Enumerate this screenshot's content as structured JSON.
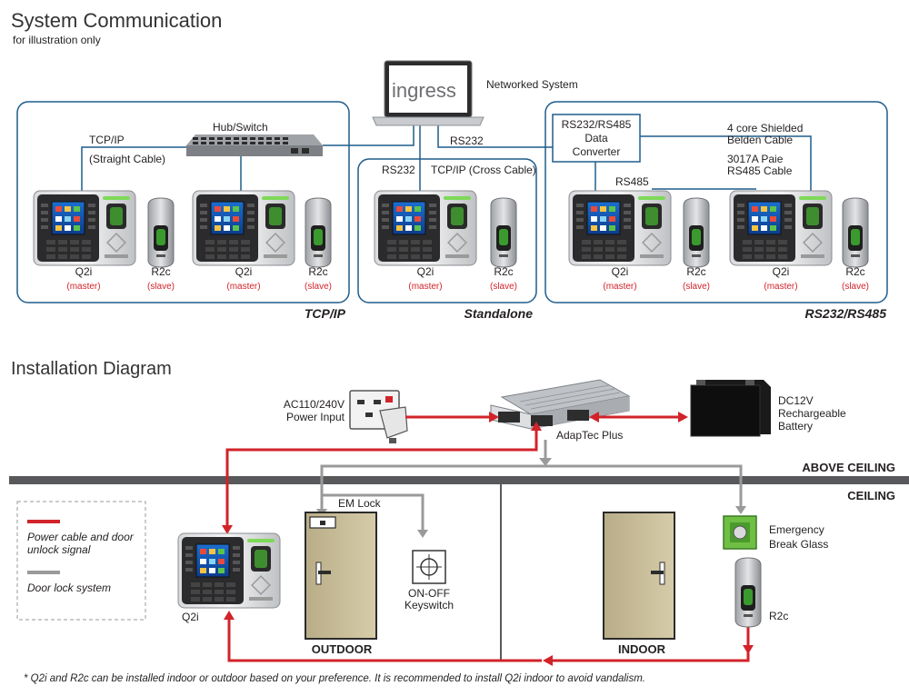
{
  "header": {
    "title": "System Communication",
    "subtitle": "for illustration only"
  },
  "network": {
    "laptop_brand": "ingress",
    "networked_system": "Networked System",
    "hub_switch": "Hub/Switch",
    "tcpip": "TCP/IP",
    "straight_cable": "(Straight Cable)",
    "rs232_top": "RS232",
    "rs232_left": "RS232",
    "tcpip_cross": "TCP/IP (Cross Cable)",
    "converter_line1": "RS232/RS485",
    "converter_line2": "Data",
    "converter_line3": "Converter",
    "four_core_line1": "4 core Shielded",
    "four_core_line2": "Belden Cable",
    "paie_line1": "3017A Paie",
    "paie_line2": "RS485 Cable",
    "rs485": "RS485",
    "device_q2i": "Q2i",
    "device_r2c": "R2c",
    "master": "(master)",
    "slave": "(slave)",
    "group_tcpip": "TCP/IP",
    "group_standalone": "Standalone",
    "group_rs": "RS232/RS485"
  },
  "installation": {
    "title": "Installation Diagram",
    "power_line1": "AC110/240V",
    "power_line2": "Power Input",
    "adaptec": "AdapTec Plus",
    "battery_line1": "DC12V",
    "battery_line2": "Rechargeable",
    "battery_line3": "Battery",
    "above_ceiling": "ABOVE CEILING",
    "ceiling": "CEILING",
    "em_lock": "EM Lock",
    "keyswitch_line1": "ON-OFF",
    "keyswitch_line2": "Keyswitch",
    "emergency_line1": "Emergency",
    "emergency_line2": "Break Glass",
    "q2i": "Q2i",
    "r2c": "R2c",
    "outdoor": "OUTDOOR",
    "indoor": "INDOOR",
    "legend_power_line1": "Power cable and door",
    "legend_power_line2": "unlock signal",
    "legend_lock": "Door lock system",
    "footnote": "* Q2i and R2c can be installed indoor or outdoor based on your preference. It is recommended to install Q2i indoor to avoid vandalism."
  },
  "colors": {
    "blue_line": "#1f5d8c",
    "red_line": "#d2232a",
    "gray_line": "#9a9a9a",
    "ceiling": "#58595b",
    "door": "#c8bd9a"
  }
}
